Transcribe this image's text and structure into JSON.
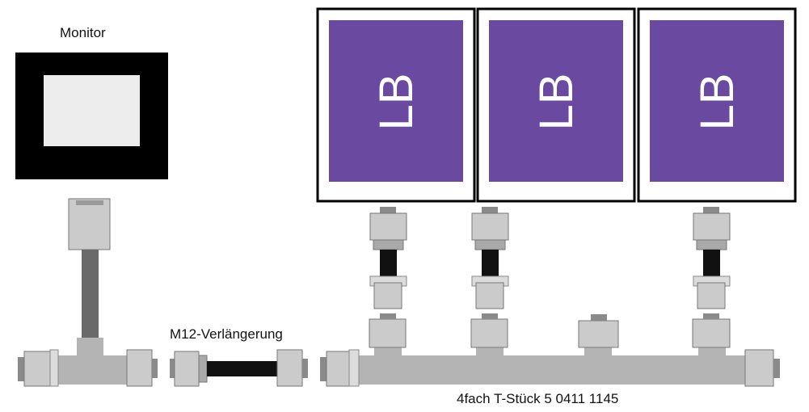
{
  "labels": {
    "monitor": "Monitor",
    "extension": "M12-Verlängerung",
    "tpiece": "4fach T-Stück 5 0411 1145"
  },
  "boxes": [
    {
      "text": "LB"
    },
    {
      "text": "LB"
    },
    {
      "text": "LB"
    }
  ],
  "colors": {
    "box_fill": "#6a4aa0",
    "connector": "#c8c8c8",
    "cable": "#111111",
    "monitor_frame": "#000000",
    "monitor_screen": "#ededed"
  }
}
